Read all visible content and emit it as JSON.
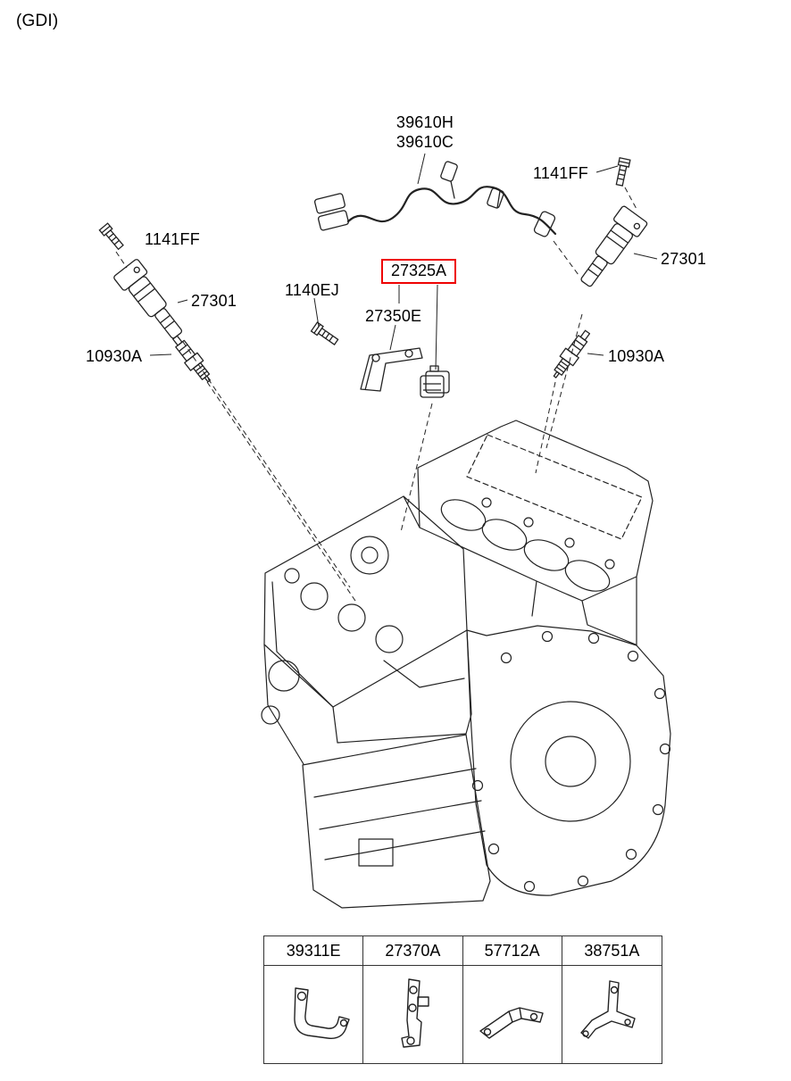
{
  "title": "(GDI)",
  "colors": {
    "highlight": "#ee0202",
    "line": "#222222"
  },
  "callouts": {
    "harness": {
      "line1": "39610H",
      "line2": "39610C"
    },
    "bolt_right": {
      "label": "1141FF"
    },
    "bolt_left": {
      "label": "1141FF"
    },
    "coil_right": {
      "label": "27301"
    },
    "coil_left": {
      "label": "27301"
    },
    "plug_right": {
      "label": "10930A"
    },
    "plug_left": {
      "label": "10930A"
    },
    "bolt_bracket": {
      "label": "1140EJ"
    },
    "condenser": {
      "label": "27325A",
      "highlighted": true
    },
    "bracket": {
      "label": "27350E"
    }
  },
  "table": {
    "items": [
      {
        "part": "39311E",
        "icon": "curved-bracket-icon"
      },
      {
        "part": "27370A",
        "icon": "tall-bracket-icon"
      },
      {
        "part": "57712A",
        "icon": "stamped-bracket-icon"
      },
      {
        "part": "38751A",
        "icon": "angle-bracket-icon"
      }
    ]
  }
}
